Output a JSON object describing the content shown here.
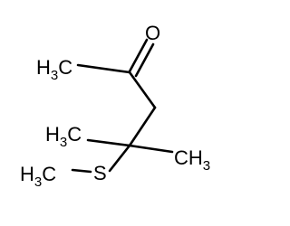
{
  "molecule": {
    "atoms": {
      "oxygen": {
        "symbol": "O",
        "color": "#ff0000"
      },
      "sulfur": {
        "symbol": "S",
        "color": "#808000"
      },
      "methyl_ketone": {
        "main": "H",
        "sub": "3",
        "tail": "C"
      },
      "methyl_upper_left": {
        "main": "H",
        "sub": "3",
        "tail": "C"
      },
      "methyl_right": {
        "main": "CH",
        "sub": "3"
      },
      "methyl_sulfur": {
        "main": "H",
        "sub": "3",
        "tail": "C"
      }
    },
    "colors": {
      "bond": "#000000",
      "carbon_label": "#000000",
      "oxygen": "#ff0000",
      "sulfur": "#808000"
    }
  }
}
